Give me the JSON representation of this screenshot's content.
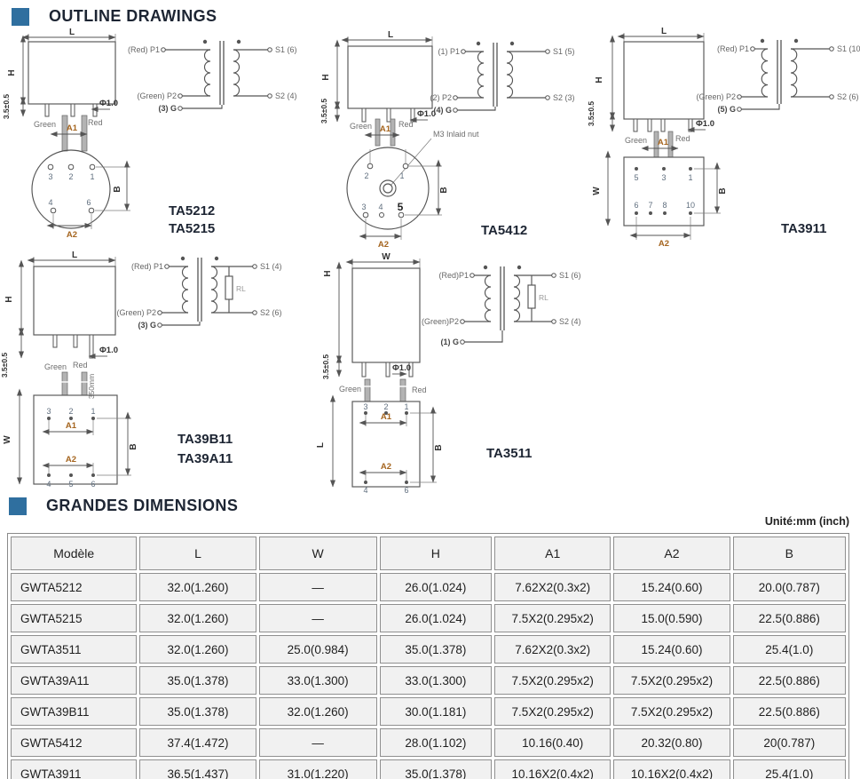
{
  "page": {
    "outline_section_title": "OUTLINE DRAWINGS",
    "dimensions_section_title": "GRANDES DIMENSIONS",
    "unit_note": "Unité:mm (inch)"
  },
  "colors": {
    "accent_blue": "#2f6f9f",
    "heading_text": "#1d2533",
    "dim_highlight": "#a5651f"
  },
  "drawings": [
    {
      "models": [
        "TA5212",
        "TA5215"
      ],
      "front": {
        "top_dim": "L",
        "side_dim": "H",
        "lead_dim": "3.5±0.5",
        "lead_dia": "Φ1.0",
        "left_wire": "Green",
        "right_wire": "Red"
      },
      "bottom": {
        "a1": "A1",
        "a2": "A2",
        "b": "B",
        "pins_top": [
          "3",
          "2",
          "1"
        ],
        "pins_bottom": [
          "4",
          "6"
        ]
      },
      "schematic": {
        "p1": "(Red) P1",
        "p2": "(Green) P2",
        "g": "(3) G",
        "s1": "S1 (6)",
        "s2": "S2 (4)"
      }
    },
    {
      "models": [
        "TA5412"
      ],
      "front": {
        "top_dim": "L",
        "side_dim": "H",
        "lead_dim": "3.5±0.5",
        "lead_dia": "Φ1.0",
        "left_wire": "Green",
        "right_wire": "Red"
      },
      "bottom": {
        "a1": "A1",
        "a2": "A2",
        "b": "B",
        "note": "M3 Inlaid nut",
        "pins_top": [
          "2",
          "1"
        ],
        "pins_bottom": [
          "3",
          "4",
          "5"
        ]
      },
      "schematic": {
        "p1": "(1) P1",
        "p2": "(2) P2",
        "g": "(4) G",
        "s1": "S1 (5)",
        "s2": "S2 (3)"
      }
    },
    {
      "models": [
        "TA3911"
      ],
      "front": {
        "top_dim": "L",
        "side_dim": "H",
        "lead_dim": "3.5±0.5",
        "lead_dia": "Φ1.0",
        "left_wire": "Green",
        "right_wire": "Red"
      },
      "bottom": {
        "w": "W",
        "a1": "A1",
        "a2": "A2",
        "b": "B",
        "pins_top": [
          "5",
          "3",
          "1"
        ],
        "pins_bottom": [
          "6",
          "7",
          "8",
          "10"
        ]
      },
      "schematic": {
        "p1": "(Red) P1",
        "p2": "(Green) P2",
        "g": "(5) G",
        "s1": "S1 (10)",
        "s2": "S2 (6)"
      }
    },
    {
      "models": [
        "TA39B11",
        "TA39A11"
      ],
      "front": {
        "top_dim": "L",
        "side_dim": "H",
        "lead_dim": "3.5±0.5",
        "lead_dia": "Φ1.0",
        "left_wire": "Green",
        "right_wire": "Red",
        "wire_length": "350mm"
      },
      "bottom": {
        "w": "W",
        "a1": "A1",
        "a2": "A2",
        "b": "B",
        "pins_top": [
          "3",
          "2",
          "1"
        ],
        "pins_bottom": [
          "4",
          "5",
          "6"
        ]
      },
      "schematic": {
        "p1": "(Red) P1",
        "p2": "(Green) P2",
        "g": "(3) G",
        "s1": "S1 (4)",
        "s2": "S2 (6)",
        "rl": "RL"
      }
    },
    {
      "models": [
        "TA3511"
      ],
      "front": {
        "top_dim": "W",
        "side_dim": "H",
        "lead_dim": "3.5±0.5",
        "lead_dia": "Φ1.0",
        "left_wire": "Green",
        "right_wire": "Red"
      },
      "bottom": {
        "l": "L",
        "a1": "A1",
        "a2": "A2",
        "b": "B",
        "pins_top": [
          "3",
          "2",
          "1"
        ],
        "pins_bottom": [
          "4",
          "6"
        ]
      },
      "schematic": {
        "p1": "(Red)P1",
        "p2": "(Green)P2",
        "g": "(1) G",
        "s1": "S1 (6)",
        "s2": "S2 (4)",
        "rl": "RL"
      }
    }
  ],
  "table": {
    "headers": [
      "Modèle",
      "L",
      "W",
      "H",
      "A1",
      "A2",
      "B"
    ],
    "rows": [
      [
        "GWTA5212",
        "32.0(1.260)",
        "—",
        "26.0(1.024)",
        "7.62X2(0.3x2)",
        "15.24(0.60)",
        "20.0(0.787)"
      ],
      [
        "GWTA5215",
        "32.0(1.260)",
        "—",
        "26.0(1.024)",
        "7.5X2(0.295x2)",
        "15.0(0.590)",
        "22.5(0.886)"
      ],
      [
        "GWTA3511",
        "32.0(1.260)",
        "25.0(0.984)",
        "35.0(1.378)",
        "7.62X2(0.3x2)",
        "15.24(0.60)",
        "25.4(1.0)"
      ],
      [
        "GWTA39A11",
        "35.0(1.378)",
        "33.0(1.300)",
        "33.0(1.300)",
        "7.5X2(0.295x2)",
        "7.5X2(0.295x2)",
        "22.5(0.886)"
      ],
      [
        "GWTA39B11",
        "35.0(1.378)",
        "32.0(1.260)",
        "30.0(1.181)",
        "7.5X2(0.295x2)",
        "7.5X2(0.295x2)",
        "22.5(0.886)"
      ],
      [
        "GWTA5412",
        "37.4(1.472)",
        "—",
        "28.0(1.102)",
        "10.16(0.40)",
        "20.32(0.80)",
        "20(0.787)"
      ],
      [
        "GWTA3911",
        "36.5(1.437)",
        "31.0(1.220)",
        "35.0(1.378)",
        "10.16X2(0.4x2)",
        "10.16X2(0.4x2)",
        "25.4(1.0)"
      ]
    ]
  }
}
